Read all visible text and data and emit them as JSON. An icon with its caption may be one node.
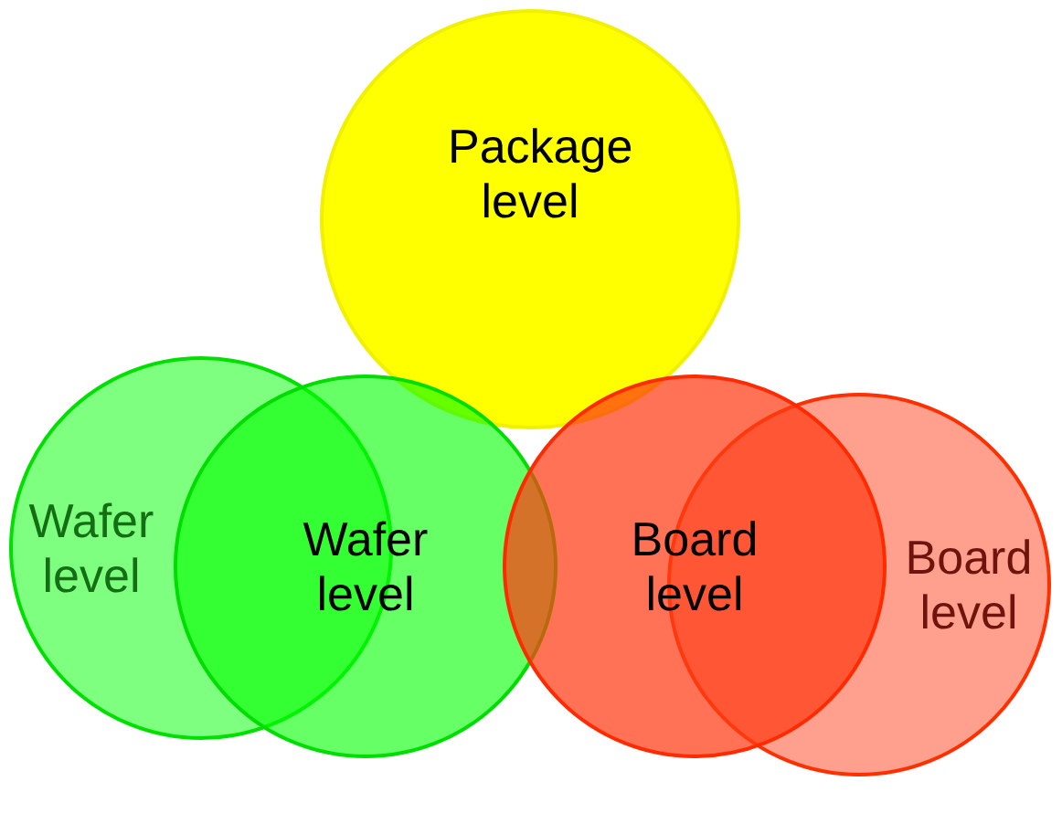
{
  "diagram": {
    "nodes": [
      {
        "text": [
          "Package level"
        ]
      },
      {
        "text": [
          "Wafer level"
        ]
      },
      {
        "text": [
          "Wafer level"
        ]
      },
      {
        "text": [
          "Board level"
        ]
      },
      {
        "text": [
          "Board level"
        ]
      }
    ],
    "edges": []
  }
}
